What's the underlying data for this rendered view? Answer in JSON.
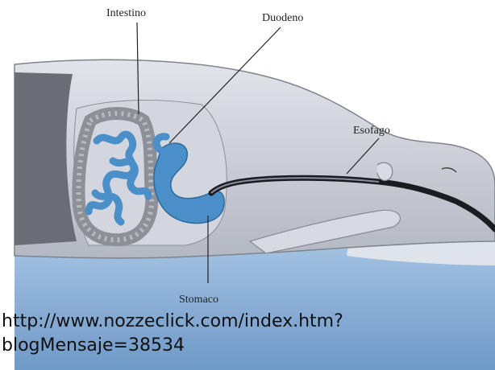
{
  "labels": {
    "intestino": "Intestino",
    "duodeno": "Duodeno",
    "esofago": "Esofago",
    "stomaco": "Stomaco"
  },
  "caption": {
    "line1": "http://www.nozzeclick.com/index.htm?",
    "line2": "blogMensaje=38534"
  },
  "colors": {
    "background": "#ffffff",
    "body_skin": "#c9cdd6",
    "intestine_blue": "#4b8fc8",
    "colon_gray": "#9a9ca2",
    "mattress_blue": "#8fb4d8",
    "endoscope": "#1b1c22"
  }
}
